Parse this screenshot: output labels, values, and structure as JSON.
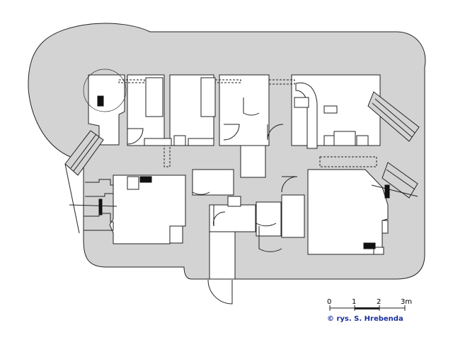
{
  "scale_bar": {
    "ticks": [
      "0",
      "1",
      "2",
      "3m"
    ]
  },
  "credit": "© rys. S. Hrebenda",
  "colors": {
    "wall_fill": "#d3d3d3",
    "line": "#222222",
    "credit_text": "#1a2f9e"
  }
}
